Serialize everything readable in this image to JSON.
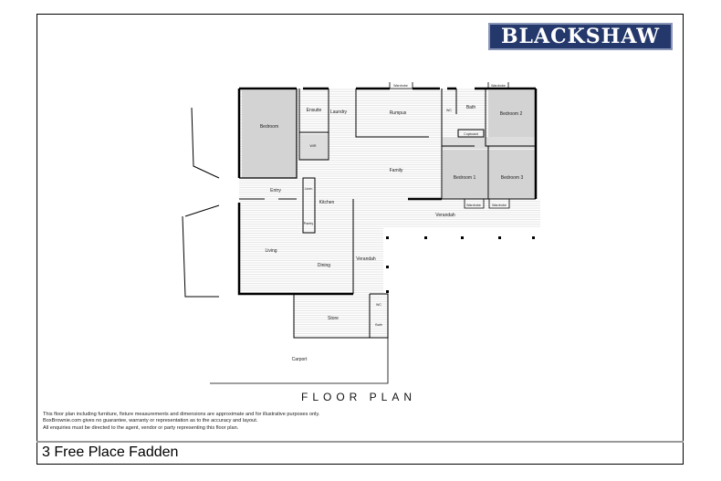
{
  "brand": {
    "logo_text": "BLACKSHAW",
    "logo_color": "#24386b"
  },
  "plan": {
    "title": "FLOOR PLAN",
    "rooms": {
      "bedroom": "Bedroom",
      "ensuite": "Ensuite",
      "laundry": "Laundry",
      "rumpus": "Rumpus",
      "wc": "WC",
      "bath": "Bath",
      "bedroom2": "Bedroom 2",
      "wir": "WIR",
      "cupboard": "Cupboard",
      "family": "Family",
      "bedroom1": "Bedroom 1",
      "bedroom3": "Bedroom 3",
      "entry": "Entry",
      "kitchen": "Kitchen",
      "pantry": "Pantry",
      "verandah_east": "Verandah",
      "living": "Living",
      "dining": "Dining",
      "verandah_south": "Verandah",
      "store": "Store",
      "bath2": "Bath",
      "wc2": "WC",
      "carport": "Carport",
      "wardrobe": "Wardrobe",
      "linen": "Linen"
    }
  },
  "disclaimer": [
    "This floor plan including furniture, fixture measurements and dimensions are approximate and for illustrative purposes only.",
    "BoxBrownie.com gives no guarantee, warranty or representation as to the accuracy and layout.",
    "All enquiries must be directed to the agent, vendor or party representing this floor plan."
  ],
  "address": "3 Free Place Fadden"
}
